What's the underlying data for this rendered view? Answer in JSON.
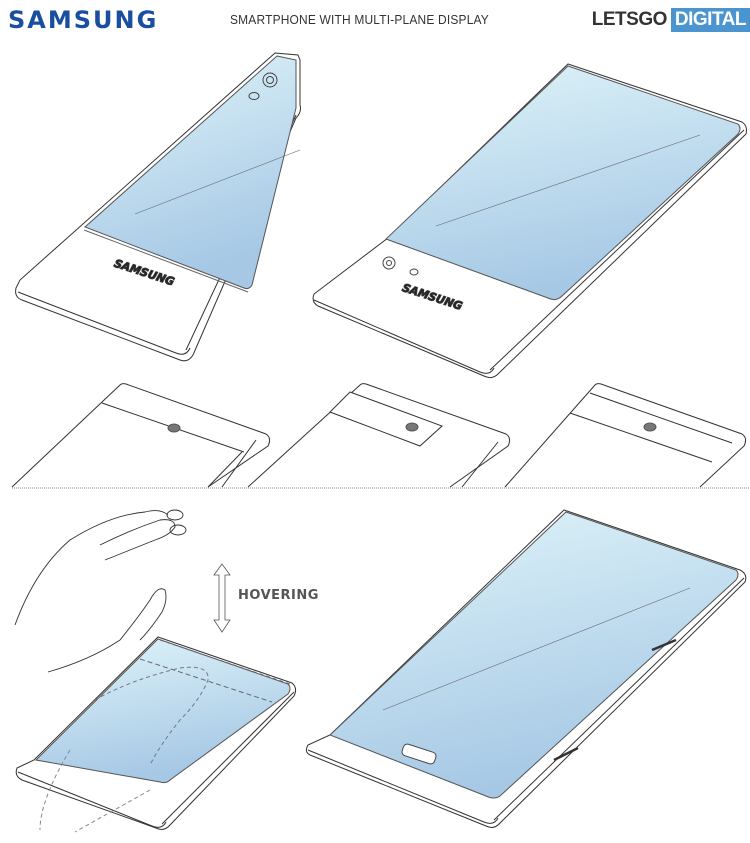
{
  "header": {
    "brand": "SAMSUNG",
    "title": "SMARTPHONE WITH MULTI-PLANE DISPLAY",
    "logo_part1": "LETSGO",
    "logo_part2": "DIGITAL"
  },
  "colors": {
    "brand_blue": "#1a4fa0",
    "logo_blue": "#4a94d0",
    "screen_top": "#dcf2f8",
    "screen_bottom": "#a9cbe6",
    "line": "#333333"
  },
  "figures": {
    "top_left_phone": {
      "brand_text": "SAMSUNG",
      "camera": "rear-top"
    },
    "top_right_phone": {
      "brand_text": "SAMSUNG",
      "camera": "bottom-bezel"
    },
    "detail_views": [
      {
        "id": "detail-1",
        "feature": "sensor-on-line"
      },
      {
        "id": "detail-2",
        "feature": "raised-sensor-plate"
      },
      {
        "id": "detail-3",
        "feature": "sensor-in-band"
      }
    ],
    "hover_figure": {
      "label": "HOVERING"
    },
    "bottom_right_phone": {
      "feature": "home-button-and-side-keys"
    }
  }
}
